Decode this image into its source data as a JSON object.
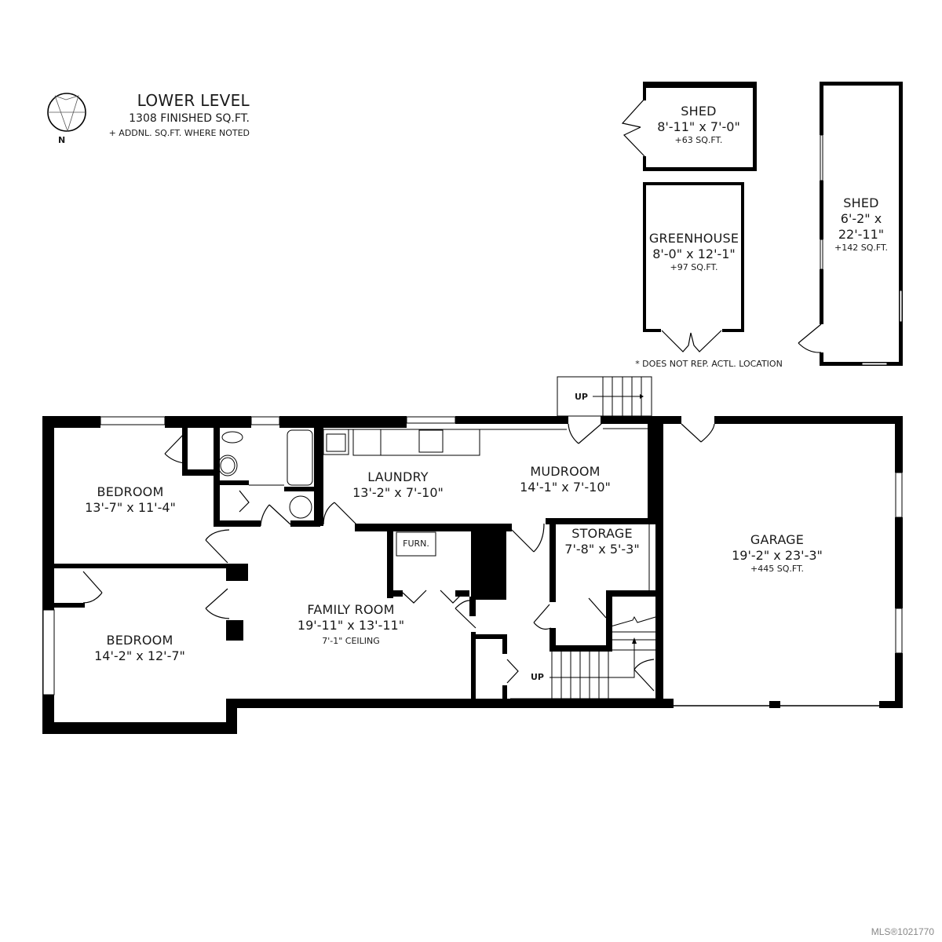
{
  "header": {
    "level_title": "LOWER LEVEL",
    "finished_area": "1308 FINISHED SQ.FT.",
    "additional_note": "+ ADDNL. SQ.FT. WHERE NOTED",
    "compass_label": "N"
  },
  "outbuildings": {
    "shed_small": {
      "name": "SHED",
      "dims": "8'-11\" x 7'-0\"",
      "area": "+63 SQ.FT."
    },
    "greenhouse": {
      "name": "GREENHOUSE",
      "dims": "8'-0\" x 12'-1\"",
      "area": "+97 SQ.FT."
    },
    "shed_tall": {
      "name": "SHED",
      "dims_line1": "6'-2\" x",
      "dims_line2": "22'-11\"",
      "area": "+142 SQ.FT."
    },
    "location_note": "* DOES NOT REP. ACTL. LOCATION"
  },
  "rooms": {
    "bedroom1": {
      "name": "BEDROOM",
      "dims": "13'-7\" x 11'-4\""
    },
    "bedroom2": {
      "name": "BEDROOM",
      "dims": "14'-2\" x 12'-7\""
    },
    "laundry": {
      "name": "LAUNDRY",
      "dims": "13'-2\" x 7'-10\""
    },
    "mudroom": {
      "name": "MUDROOM",
      "dims": "14'-1\" x 7'-10\""
    },
    "family_room": {
      "name": "FAMILY ROOM",
      "dims": "19'-11\" x 13'-11\"",
      "note": "7'-1\" CEILING"
    },
    "storage": {
      "name": "STORAGE",
      "dims": "7'-8\" x 5'-3\""
    },
    "garage": {
      "name": "GARAGE",
      "dims": "19'-2\" x 23'-3\"",
      "area": "+445 SQ.FT."
    },
    "furnace": {
      "name": "FURN."
    }
  },
  "stairs": {
    "exterior_label": "UP",
    "interior_label": "UP"
  },
  "footer": {
    "mls": "MLS®1021770"
  }
}
